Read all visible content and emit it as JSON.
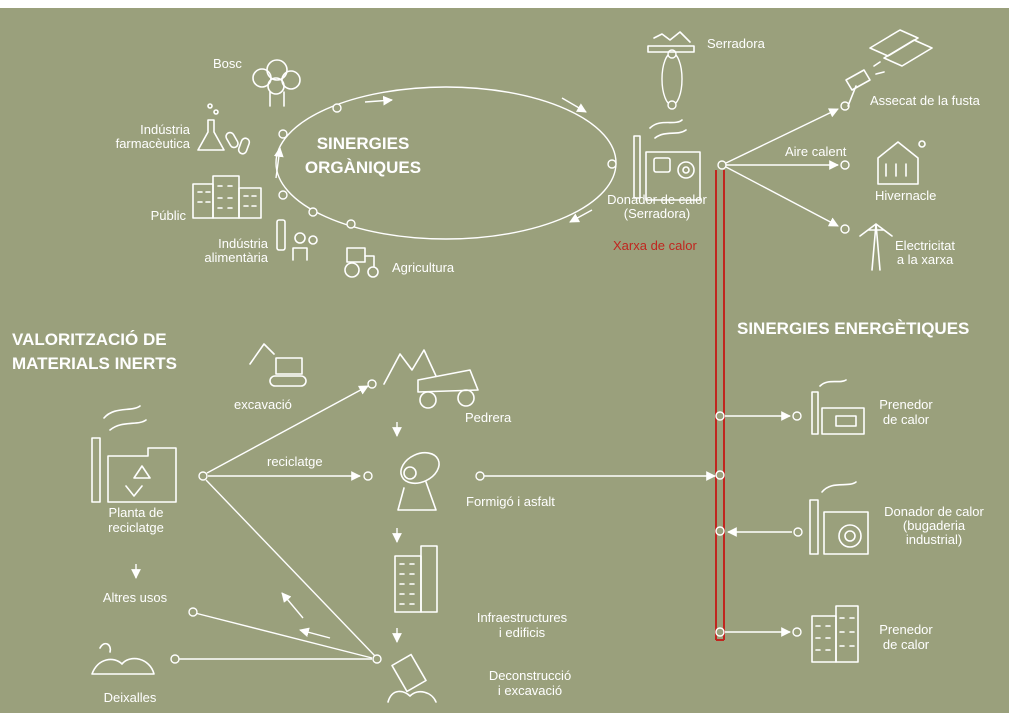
{
  "colors": {
    "background": "#9aa07c",
    "line": "#ffffff",
    "heat_network": "#c0261f"
  },
  "organic": {
    "title_line1": "SINERGIES",
    "title_line2": "ORGÀNIQUES",
    "bosc": "Bosc",
    "farma_line1": "Indústria",
    "farma_line2": "farmacèutica",
    "public": "Públic",
    "alimentaria_line1": "Indústria",
    "alimentaria_line2": "alimentària",
    "agricultura": "Agricultura",
    "serradora": "Serradora",
    "donador_line1": "Donador de calor",
    "donador_line2": "(Serradora)",
    "xarxa": "Xarxa de calor"
  },
  "heat_uses": {
    "assecat": "Assecat de la fusta",
    "aire_calent": "Aire calent",
    "hivernacle": "Hivernacle",
    "electricitat_line1": "Electricitat",
    "electricitat_line2": "a la xarxa"
  },
  "energy": {
    "title": "SINERGIES ENERGÈTIQUES",
    "prenedor1_line1": "Prenedor",
    "prenedor1_line2": "de calor",
    "donador_line1": "Donador de calor",
    "donador_line2": "(bugaderia",
    "donador_line3": "industrial)",
    "prenedor2_line1": "Prenedor",
    "prenedor2_line2": "de calor"
  },
  "inert": {
    "title_line1": "VALORITZACIÓ DE",
    "title_line2": "MATERIALS INERTS",
    "excavacio": "excavació",
    "reciclatge": "reciclatge",
    "planta_line1": "Planta de",
    "planta_line2": "reciclatge",
    "altres": "Altres usos",
    "deixalles": "Deixalles",
    "pedrera": "Pedrera",
    "formigo": "Formigó i asfalt",
    "infra_line1": "Infraestructures",
    "infra_line2": "i edificis",
    "decon_line1": "Deconstrucció",
    "decon_line2": "i excavació"
  },
  "icons": [
    "tree-icon",
    "flask-icon",
    "pills-icon",
    "buildings-icon",
    "people-icon",
    "tractor-icon",
    "sawmill-icon",
    "factory-icon",
    "hairdryer-icon",
    "wood-planks-icon",
    "greenhouse-icon",
    "pylon-icon",
    "excavator-icon",
    "quarry-truck-icon",
    "cement-mixer-icon",
    "apartment-icon",
    "rubble-icon",
    "waste-pile-icon",
    "recycle-factory-icon",
    "laundry-factory-icon",
    "heat-taker-factory-icon"
  ]
}
